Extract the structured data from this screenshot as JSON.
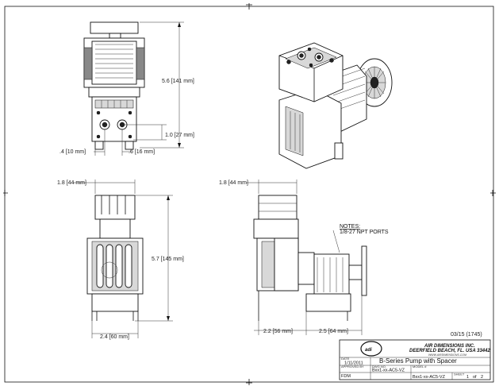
{
  "dimensions": {
    "top_height": "5.6 [141 mm]",
    "port_spacing": "1.0 [27 mm]",
    "left_offset": ".4 [10 mm]",
    "right_offset": ".6 [16 mm]",
    "side_height": "5.7 [145 mm]",
    "width_left": "1.8 [44 mm]",
    "width_right": "1.8 [44 mm]",
    "base_width": "2.4 [60 mm]",
    "depth_a": "2.2 [56 mm]",
    "depth_b": "2.5 [64 mm]"
  },
  "notes": {
    "heading": "NOTES:",
    "line1": "1/8-27 NPT PORTS"
  },
  "revision": "03/15 (1745)",
  "title_block": {
    "company_line1": "AIR DIMENSIONS INC.",
    "company_line2": "DEERFIELD BEACH, FL. USA 33442",
    "company_line3": "WWW.AIRDIMENSIONS.COM",
    "logo_text": "adi",
    "date_label": "DATE",
    "date_value": "1/11/2011",
    "title": "B-Series Pump with Spacer",
    "approved_label": "APPROVED BY",
    "approved_value": "FDM",
    "dwg_label": "DWG NO.",
    "dwg_value": "Bxx1-xx-AC5-VZ",
    "model_label": "MODEL #",
    "model_value": "Bxx1-xx-AC5-VZ",
    "sheet_label": "SHEET",
    "sheet_value": "1",
    "sheet_of": "of",
    "sheet_total": "2"
  }
}
